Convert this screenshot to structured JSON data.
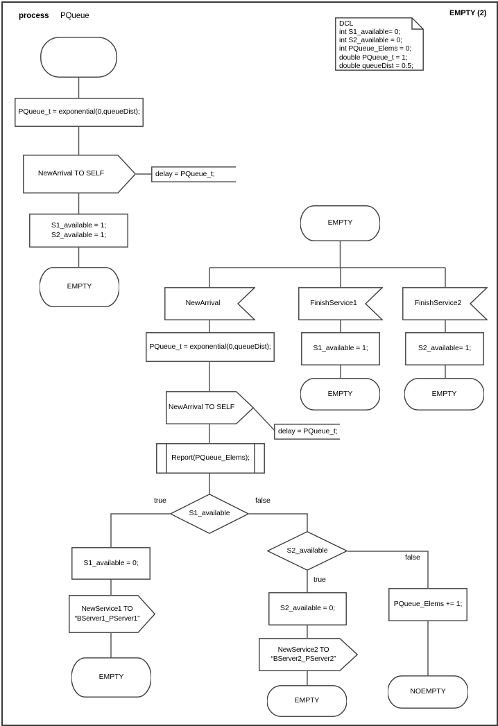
{
  "header": {
    "kind_label": "process",
    "process_name": "PQueue",
    "page_label": "EMPTY (2)"
  },
  "declarations": {
    "lines": [
      "DCL",
      "int S1_available= 0;",
      "int S2_available = 0;",
      "int PQueue_Elems = 0;",
      "double PQueue_t = 1;",
      "double queueDist = 0.5;"
    ]
  },
  "left_flow": {
    "set_timer": "PQueue_t = exponential(0,queueDist);",
    "send_self": "NewArrival TO SELF",
    "delay_comment": "delay = PQueue_t;",
    "init_lines": [
      "S1_available = 1;",
      "S2_available = 1;"
    ],
    "next_state": "EMPTY"
  },
  "main_flow": {
    "state": "EMPTY",
    "inputs": {
      "new_arrival": "NewArrival",
      "finish1": "FinishService1",
      "finish2": "FinishService2"
    },
    "new_arrival": {
      "set_timer": "PQueue_t = exponential(0,queueDist);",
      "send_self": "NewArrival TO SELF",
      "delay_comment": "delay = PQueue_t;",
      "report_call": "Report(PQueue_Elems);",
      "decision1": {
        "question": "S1_available",
        "true_label": "true",
        "false_label": "false"
      },
      "s1_branch": {
        "assign": "S1_available = 0;",
        "send_lines": [
          "NewService1 TO",
          "“BServer1_PServer1”"
        ],
        "next_state": "EMPTY"
      },
      "decision2": {
        "question": "S2_available",
        "true_label": "true",
        "false_label": "false"
      },
      "s2_branch": {
        "assign": "S2_available = 0;",
        "send_lines": [
          "NewService2 TO",
          "“BServer2_PServer2”"
        ],
        "next_state": "EMPTY"
      },
      "queue_branch": {
        "assign": "PQueue_Elems += 1;",
        "next_state": "NOEMPTY"
      }
    },
    "finish1": {
      "assign": "S1_available = 1;",
      "next_state": "EMPTY"
    },
    "finish2": {
      "assign": "S2_available= 1;",
      "next_state": "EMPTY"
    }
  }
}
